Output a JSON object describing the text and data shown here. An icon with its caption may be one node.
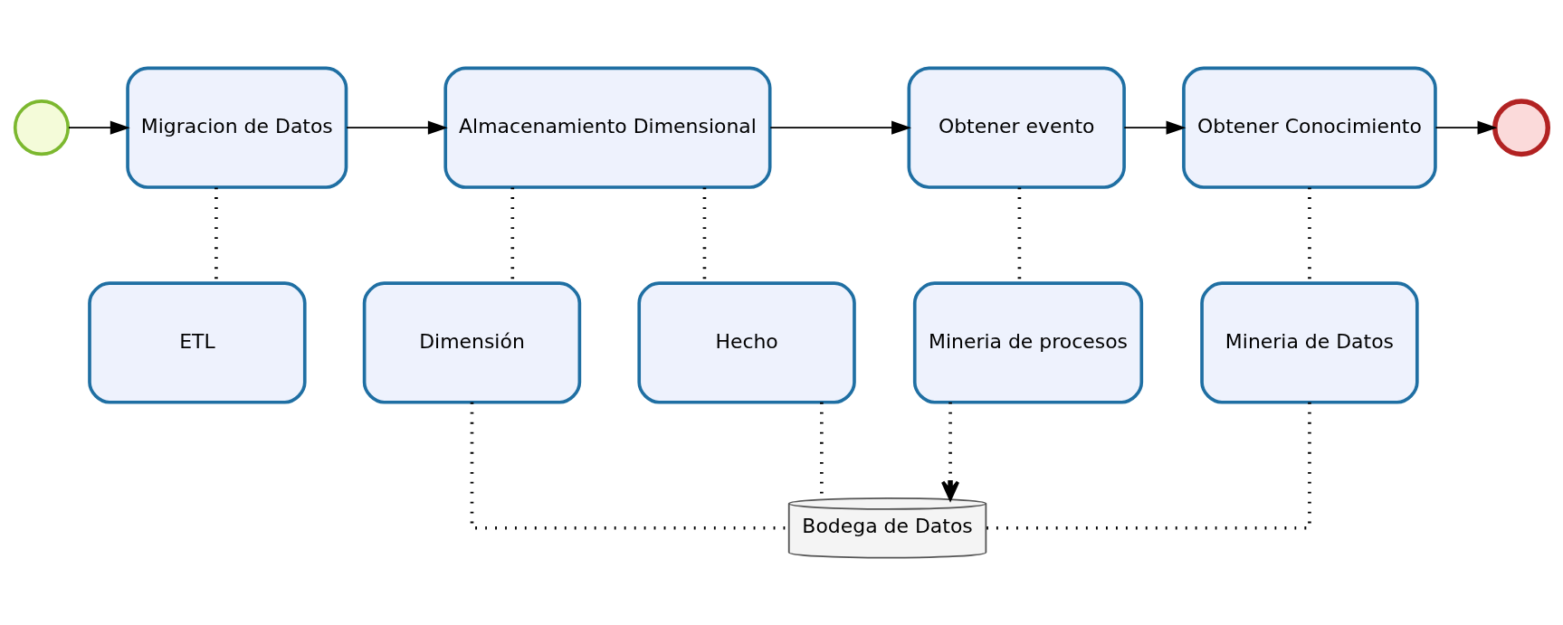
{
  "diagram": {
    "nodes": [
      {
        "text": [],
        "shape": "circle"
      },
      {
        "text": [
          "Migracion de Datos"
        ]
      },
      {
        "text": [
          "Almacenamiento Dimensional"
        ]
      },
      {
        "text": [
          "Obtener evento"
        ]
      },
      {
        "text": [
          "Obtener Conocimiento"
        ]
      },
      {
        "text": [],
        "shape": "circle"
      },
      {
        "text": [
          "ETL"
        ]
      },
      {
        "text": [
          "Dimensión"
        ]
      },
      {
        "text": [
          "Hecho"
        ]
      },
      {
        "text": [
          "Mineria de procesos"
        ]
      },
      {
        "text": [
          "Mineria de Datos"
        ]
      },
      {
        "text": [
          "Bodega de Datos"
        ]
      }
    ],
    "edges": [
      {
        "from": 0,
        "to": 1,
        "arrow": "to"
      },
      {
        "from": 1,
        "to": 2,
        "arrow": "to"
      },
      {
        "from": 2,
        "to": 3,
        "arrow": "to"
      },
      {
        "from": 3,
        "to": 4,
        "arrow": "to"
      },
      {
        "from": 4,
        "to": 5,
        "arrow": "to"
      },
      {
        "from": 1,
        "to": 6,
        "arrow": "none",
        "style": "dashed"
      },
      {
        "from": 2,
        "to": 7,
        "arrow": "none",
        "style": "dashed"
      },
      {
        "from": 2,
        "to": 8,
        "arrow": "none",
        "style": "dashed"
      },
      {
        "from": 3,
        "to": 9,
        "arrow": "none",
        "style": "dashed"
      },
      {
        "from": 4,
        "to": 10,
        "arrow": "none",
        "style": "dashed"
      },
      {
        "from": 7,
        "to": 11,
        "arrow": "none",
        "style": "dashed"
      },
      {
        "from": 8,
        "to": 11,
        "arrow": "none",
        "style": "dashed"
      },
      {
        "from": 9,
        "to": 11,
        "arrow": "to",
        "style": "dashed"
      },
      {
        "from": 10,
        "to": 11,
        "arrow": "none",
        "style": "dashed"
      }
    ]
  }
}
